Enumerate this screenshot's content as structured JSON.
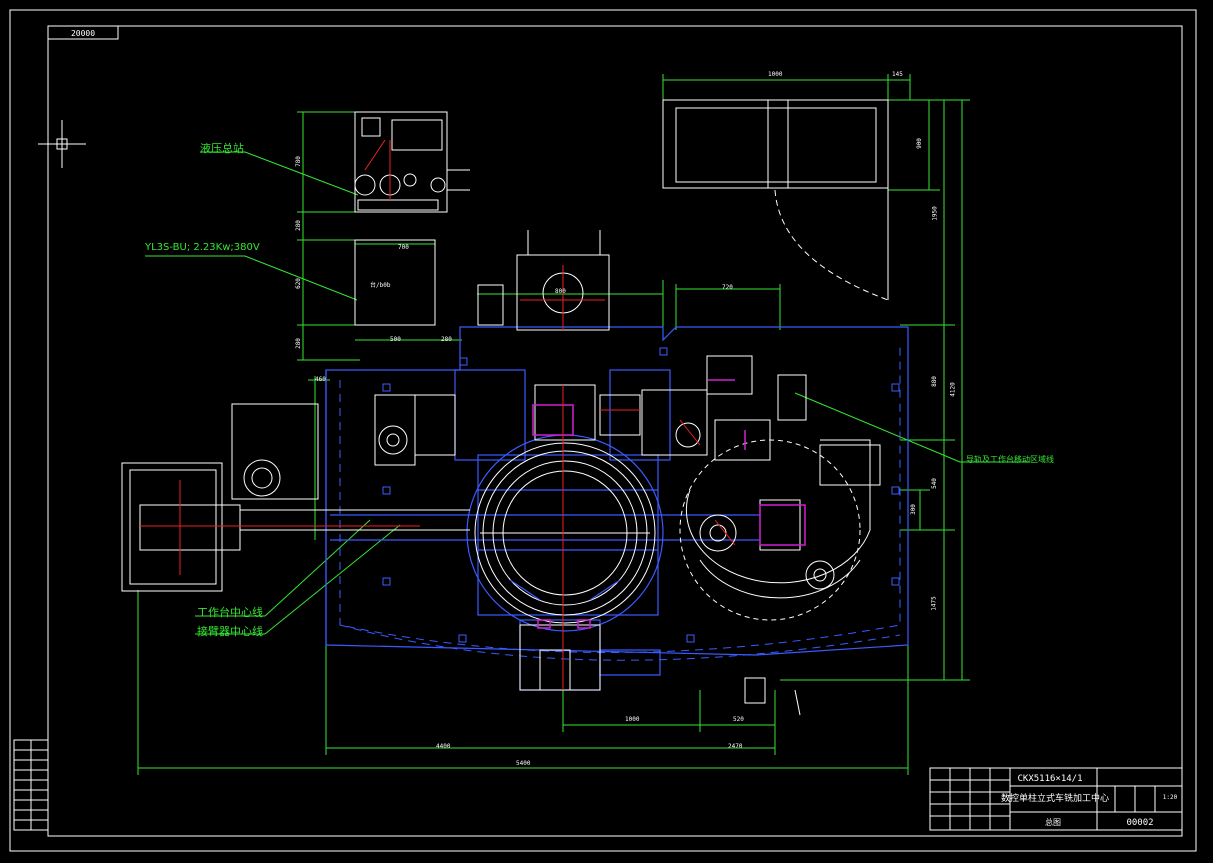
{
  "sheet": {
    "number_tag": "20000"
  },
  "labels": {
    "hydraulic_station": "液压总站",
    "motor_spec": "YL3S-BU; 2.23Kw;380V",
    "table_center": "工作台中心线",
    "manipulator_center": "接臂器中心线",
    "rail_note": "导轨及工作台移动区域线",
    "hydro_box_small": "台/b0b"
  },
  "dimensions": {
    "top_box_width": "1000",
    "top_box_right": "145",
    "v_top1": "780",
    "v_top2": "280",
    "v_top3": "620",
    "v_top4": "280",
    "mid_width_a": "700",
    "mid_width_b": "500",
    "mid_width_c": "280",
    "right_gap": "720",
    "right_v1": "900",
    "right_v2": "1950",
    "right_v3": "880",
    "right_v4": "4120",
    "right_v5": "540",
    "right_v6": "300",
    "right_v7": "1475",
    "bottom_a": "1000",
    "bottom_b": "520",
    "bottom_c": "2470",
    "bottom_total_inner": "4400",
    "bottom_total": "5400",
    "left_small": "460",
    "center_small": "800"
  },
  "title_block": {
    "model": "CKX5116×14/1",
    "title": "数控单柱立式车铣加工中心",
    "view": "总图",
    "drawing_no": "00002",
    "scale": "1:20"
  }
}
